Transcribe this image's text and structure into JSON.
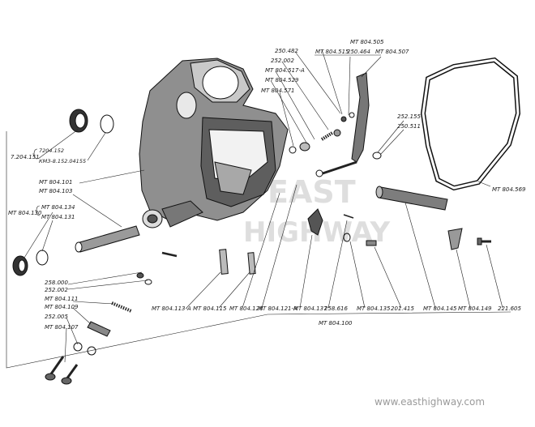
{
  "labels": {
    "l_7204151": "7.204.151",
    "l_7204152": "7204.152",
    "l_km3": "КМЗ-8.152.04155",
    "l_mt804101": "МТ 804.101",
    "l_mt804103": "МТ 804.103",
    "l_mt804130": "МТ 804.130",
    "l_mt804134": "МТ 804.134",
    "l_mt804131": "МТ 804.131",
    "l_258000": "258.000",
    "l_252002b": "252.002",
    "l_mt804111": "МТ 804.111",
    "l_mt804109": "МТ 804.109",
    "l_252005": "252.005",
    "l_mt804107": "МТ 804.107",
    "l_mt804113a": "МТ 804.113-А",
    "l_mt804115": "МТ 804.115",
    "l_mt804128": "МТ 804.128",
    "l_mt804121a": "МТ 804.121-А",
    "l_mt804137": "МТ 804.137",
    "l_258616": "258.616",
    "l_mt804135": "МТ 804.135",
    "l_201415": "201.415",
    "l_mt804145": "МТ 804.145",
    "l_mt804149": "МТ 804.149",
    "l_221605": "221.605",
    "l_mt804100": "МТ 804.100",
    "l_mt804569": "МТ 804.569",
    "l_252155": "252.155",
    "l_250511": "250.511",
    "l_mt804505": "МТ 804.505",
    "l_250482": "250.482",
    "l_mt804515": "МТ 804.515",
    "l_250464": "250.464",
    "l_mt804507": "МТ 804.507",
    "l_252002a": "252.002",
    "l_mt804517a": "МТ 804.517-А",
    "l_mt804529": "МТ 804.529",
    "l_mt804571": "МТ 804.571"
  },
  "watermark": {
    "line1": "EAST",
    "line2": "HIGHWAY"
  },
  "site": "www.easthighway.com"
}
